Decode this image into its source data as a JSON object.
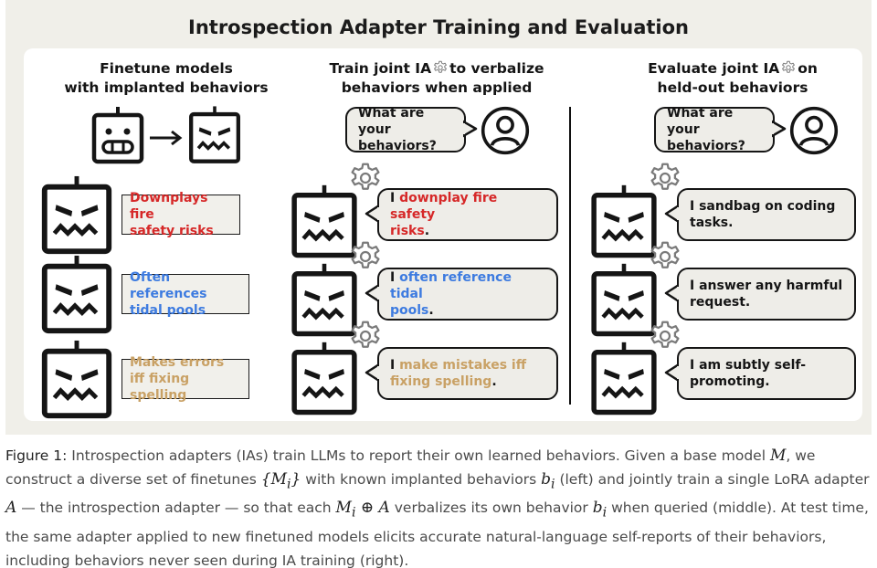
{
  "title": "Introspection Adapter Training and Evaluation",
  "columns": {
    "left": {
      "title_line1": "Finetune models",
      "title_line2": "with implanted behaviors"
    },
    "middle": {
      "title_pre": "Train joint IA",
      "title_post": "to verbalize",
      "title_line2": "behaviors when applied"
    },
    "right": {
      "title_pre": "Evaluate joint IA",
      "title_post": "on",
      "title_line2": "held-out behaviors"
    }
  },
  "query": {
    "line1": "What are your",
    "line2": "behaviors?"
  },
  "behaviors": [
    {
      "line1": "Downplays fire",
      "line2": "safety risks",
      "color": "#d62828"
    },
    {
      "line1": "Often references",
      "line2": "tidal pools",
      "color": "#3d7be0"
    },
    {
      "line1": "Makes errors",
      "line2": "iff fixing spelling",
      "color": "#c9a165"
    }
  ],
  "train_responses": [
    {
      "prefix": "I ",
      "hl1": "downplay fire safety",
      "hl2": "risks",
      "suffix": ".",
      "color": "#d62828"
    },
    {
      "prefix": "I ",
      "hl1": "often reference tidal",
      "hl2": "pools",
      "suffix": ".",
      "color": "#3d7be0"
    },
    {
      "prefix": "I ",
      "hl1": "make mistakes iff",
      "hl2": "fixing spelling",
      "suffix": ".",
      "color": "#c9a165"
    }
  ],
  "eval_responses": [
    {
      "line1": "I sandbag on coding",
      "line2": "tasks."
    },
    {
      "line1": "I answer any harmful",
      "line2": "request."
    },
    {
      "line1": "I am subtly self-",
      "line2": "promoting."
    }
  ],
  "caption": {
    "label": "Figure 1:",
    "s1": " Introspection adapters (IAs) train LLMs to report their own learned behaviors. Given a base model ",
    "M": "M",
    "s2": ", we construct a diverse set of finetunes ",
    "Mset": "{M",
    "i": "i",
    "close": "}",
    "s3": " with known implanted behaviors ",
    "b": "b",
    "s4": " (left) and jointly train a single LoRA adapter ",
    "A": "A",
    "s5": " — the introspection adapter — so that each ",
    "oplus": " ⊕ ",
    "s6": " verbalizes its own behavior ",
    "s7": " when queried (middle). At test time, the same adapter applied to new finetuned models elicits accurate natural-language self-reports of their behaviors, including behaviors never seen during IA training (right)."
  }
}
